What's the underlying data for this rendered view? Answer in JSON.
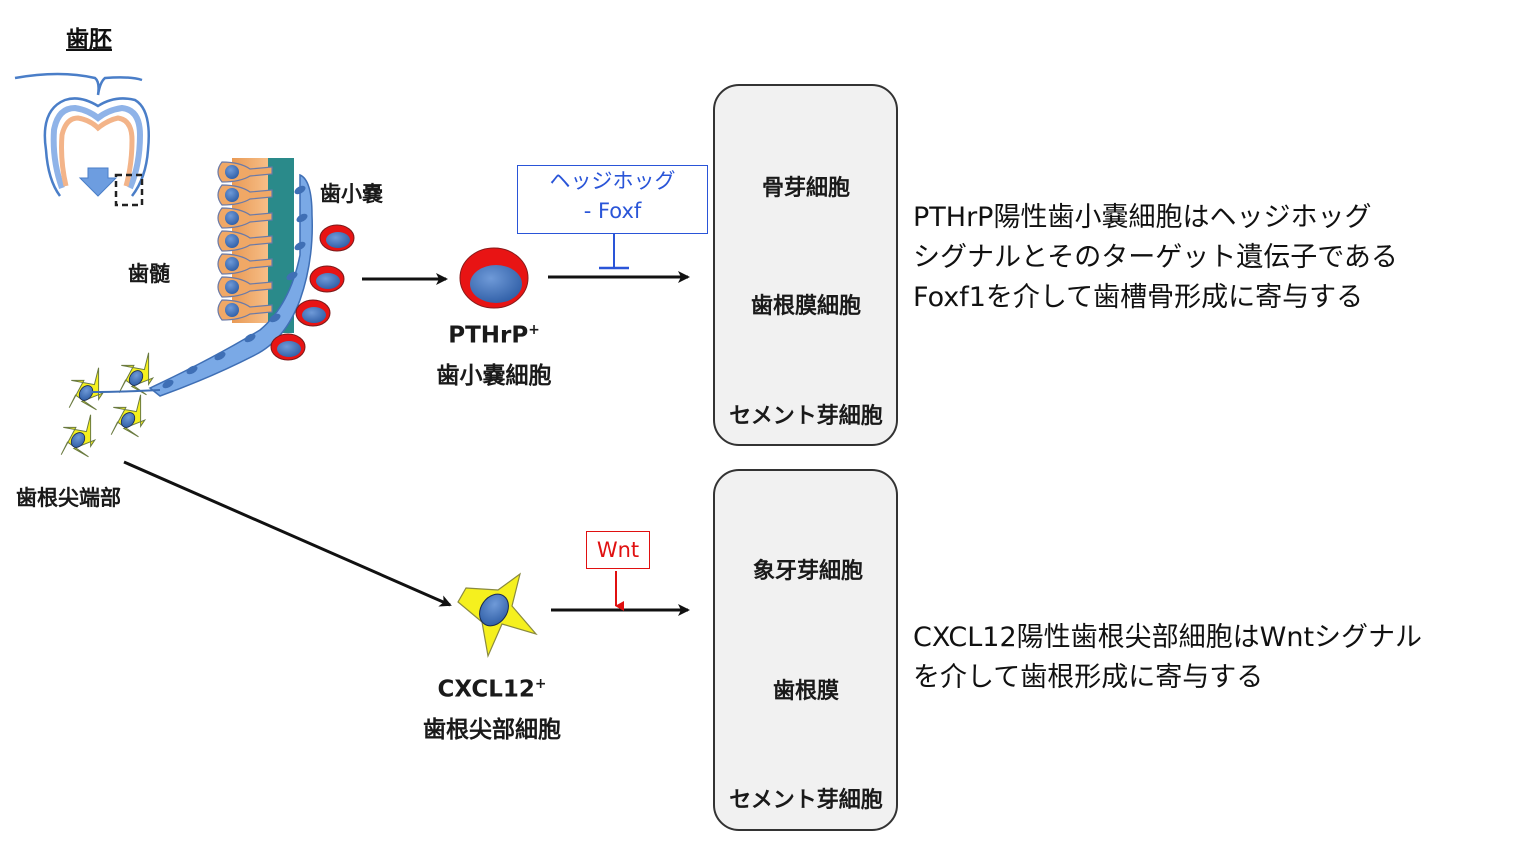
{
  "figure": {
    "embryo_title": "歯胚",
    "labels": {
      "dental_follicle": "歯小嚢",
      "dental_pulp": "歯髄",
      "root_apex": "歯根尖端部"
    },
    "lineage_top": {
      "cell_marker": "PTHrP",
      "cell_marker_sup": "+",
      "cell_name": "歯小嚢細胞",
      "signal_line1": "ヘッジホッグ",
      "signal_line2": "- Foxf",
      "signal_effect": "inhibition",
      "signal_color": "#2a55d8",
      "fates": [
        {
          "name": "骨芽細胞",
          "icon": "osteoblast-icon"
        },
        {
          "name": "歯根膜細胞",
          "icon": "pdl-cell-icon"
        },
        {
          "name": "セメント芽細胞",
          "icon": "cementoblast-icon"
        }
      ],
      "description": [
        "PTHrP陽性歯小嚢細胞はヘッジホッグ",
        "シグナルとそのターゲット遺伝子である",
        "Foxf1を介して歯槽骨形成に寄与する"
      ]
    },
    "lineage_bottom": {
      "cell_marker": "CXCL12",
      "cell_marker_sup": "+",
      "cell_name": "歯根尖部細胞",
      "signal_line1": "Wnt",
      "signal_effect": "activation",
      "signal_color": "#e01010",
      "fates": [
        {
          "name": "象牙芽細胞",
          "icon": "odontoblast-icon"
        },
        {
          "name": "歯根膜",
          "icon": "pdl-icon"
        },
        {
          "name": "セメント芽細胞",
          "icon": "cementoblast-icon"
        }
      ],
      "description": [
        "CXCL12陽性歯根尖部細胞はWntシグナル",
        "を介して歯根形成に寄与する"
      ]
    },
    "colors": {
      "nucleus": "#3f6fb5",
      "follicle_cell": "#e81414",
      "apical_cell": "#f5f01e",
      "pulp": "#f0a866",
      "dentin_band": "#2a8a8a",
      "epithelium": "#7aa9e6"
    }
  }
}
